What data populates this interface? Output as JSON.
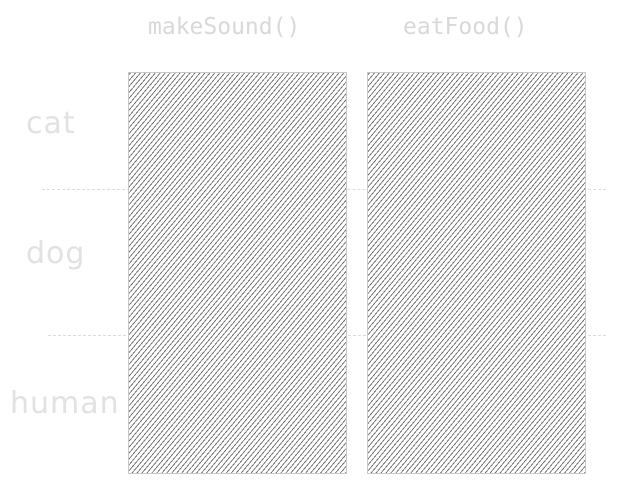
{
  "columns": {
    "make_sound": "makeSound()",
    "eat_food": "eatFood()"
  },
  "rows": {
    "cat": "cat",
    "dog": "dog",
    "human": "human"
  },
  "colors": {
    "label_text": "#e2e2e2",
    "hatch_stroke": "#6f6f6f",
    "divider": "#dcdcdc"
  }
}
